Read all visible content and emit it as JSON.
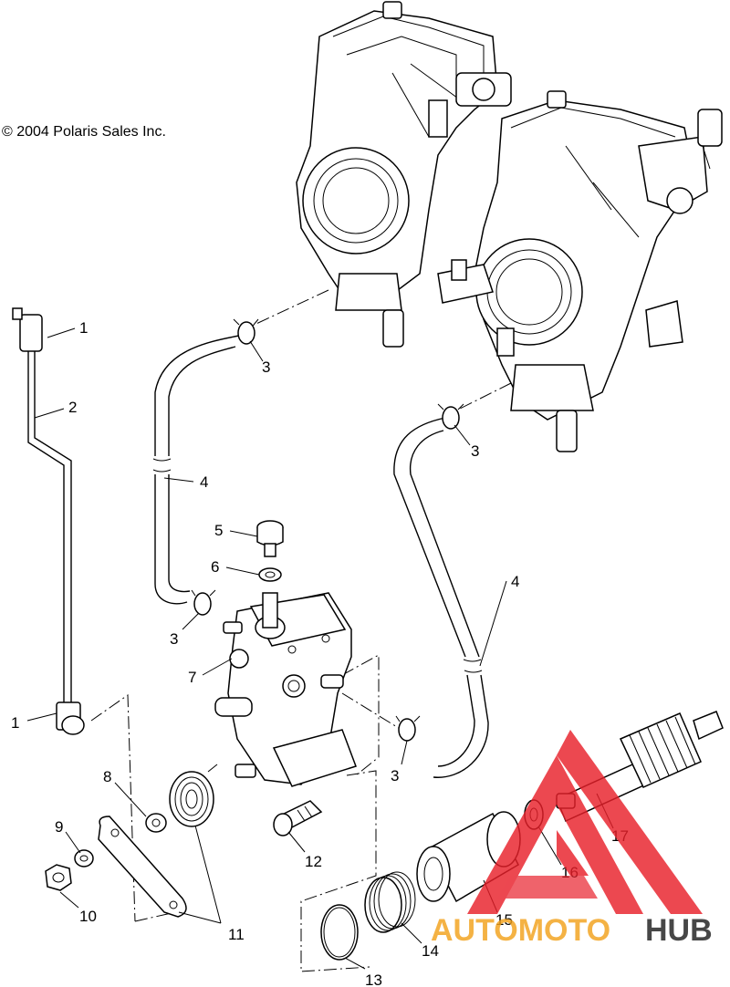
{
  "copyright": "© 2004 Polaris Sales Inc.",
  "callouts": [
    {
      "id": "c1a",
      "label": "1"
    },
    {
      "id": "c2",
      "label": "2"
    },
    {
      "id": "c1b",
      "label": "1"
    },
    {
      "id": "c3a",
      "label": "3"
    },
    {
      "id": "c3b",
      "label": "3"
    },
    {
      "id": "c3c",
      "label": "3"
    },
    {
      "id": "c3d",
      "label": "3"
    },
    {
      "id": "c4a",
      "label": "4"
    },
    {
      "id": "c4b",
      "label": "4"
    },
    {
      "id": "c5",
      "label": "5"
    },
    {
      "id": "c6",
      "label": "6"
    },
    {
      "id": "c7",
      "label": "7"
    },
    {
      "id": "c8",
      "label": "8"
    },
    {
      "id": "c9",
      "label": "9"
    },
    {
      "id": "c10",
      "label": "10"
    },
    {
      "id": "c11",
      "label": "11"
    },
    {
      "id": "c12",
      "label": "12"
    },
    {
      "id": "c13",
      "label": "13"
    },
    {
      "id": "c14",
      "label": "14"
    },
    {
      "id": "c15",
      "label": "15"
    },
    {
      "id": "c16",
      "label": "16"
    },
    {
      "id": "c17",
      "label": "17"
    }
  ],
  "watermark": {
    "brand_part1": "AUTOMOTO",
    "brand_part2": "HUB",
    "color_accent": "#e8202a",
    "color_orange": "#f2a21c"
  }
}
